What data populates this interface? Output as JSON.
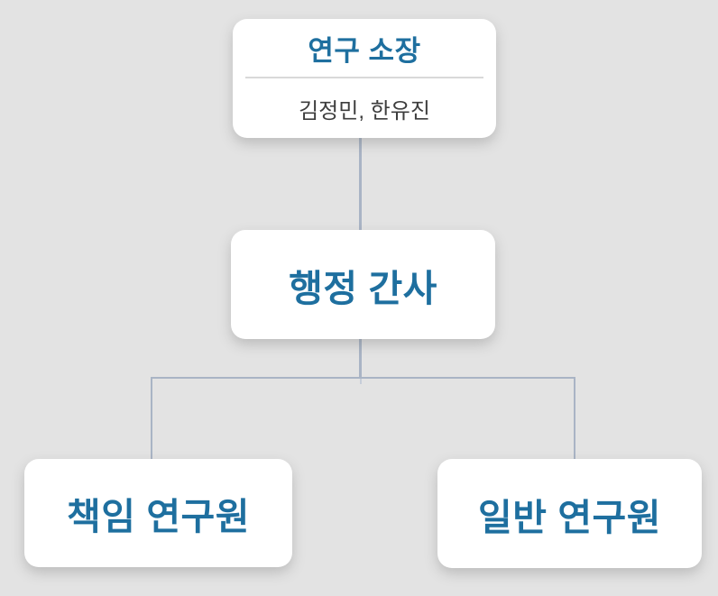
{
  "org_chart": {
    "type": "organization-chart",
    "nodes": {
      "director": {
        "title": "연구 소장",
        "members": "김정민, 한유진",
        "reports_to": null
      },
      "admin": {
        "title": "행정 간사",
        "reports_to": "director"
      },
      "senior": {
        "title": "책임 연구원",
        "reports_to": "admin"
      },
      "general": {
        "title": "일반 연구원",
        "reports_to": "admin"
      }
    }
  },
  "colors": {
    "background": "#e3e3e3",
    "node_background": "#ffffff",
    "title_text": "#1e6f9f",
    "members_text": "#3d3d3d",
    "divider": "#d9d9d9",
    "connector": "#a9b4c5",
    "connector_faint": "#c6cdd9"
  }
}
